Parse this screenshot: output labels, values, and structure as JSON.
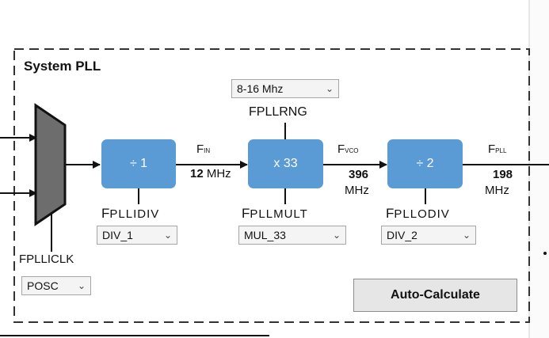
{
  "title": "System PLL",
  "pll": {
    "fpllrng": {
      "label": "FPLLRNG",
      "value": "8-16 Mhz"
    },
    "fpllidiv": {
      "label_big": "F",
      "label_rest": "PLLIDIV",
      "block": "÷ 1",
      "value": "DIV_1"
    },
    "fpllmult": {
      "label_big": "F",
      "label_rest": "PLLMULT",
      "block": "x  33",
      "value": "MUL_33"
    },
    "fpllodiv": {
      "label_big": "F",
      "label_rest": "PLLODIV",
      "block": "÷ 2",
      "value": "DIV_2"
    },
    "fpllclk": {
      "label": "FPLLICLK",
      "value": "POSC"
    }
  },
  "signals": {
    "fin": {
      "name": "F",
      "sub": "IN",
      "value": "12",
      "unit": "MHz"
    },
    "fvco": {
      "name": "F",
      "sub": "VCO",
      "value": "396",
      "unit": "MHz"
    },
    "fpll": {
      "name": "F",
      "sub": "PLL",
      "value": "198",
      "unit": "MHz"
    }
  },
  "auto_calculate_label": "Auto-Calculate",
  "icons": {
    "dropdown": "chevron-down-icon"
  }
}
